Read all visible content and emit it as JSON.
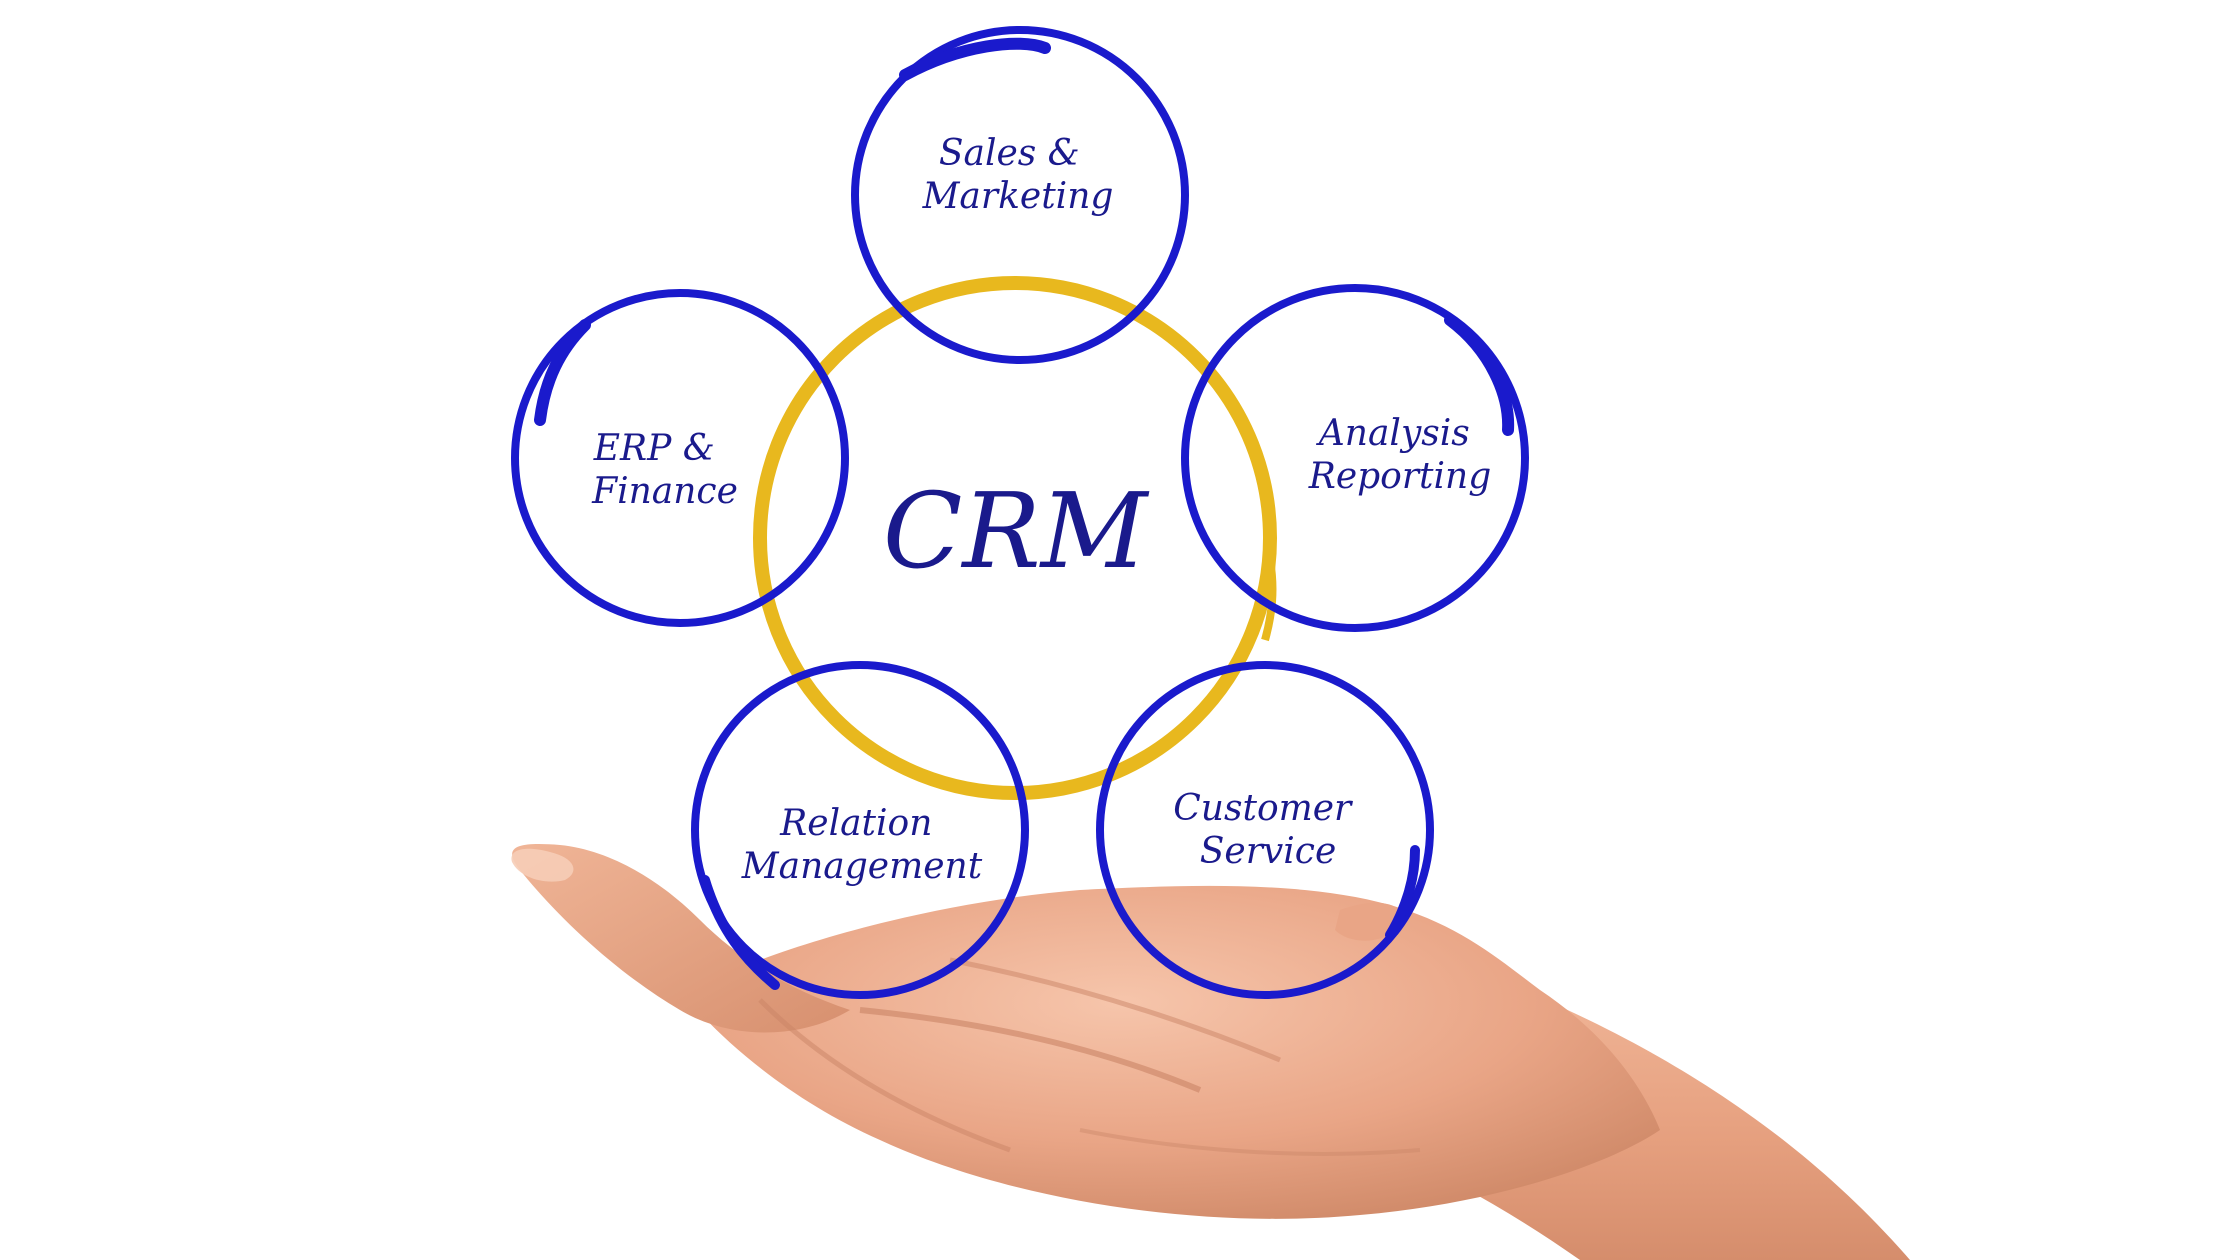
{
  "center": {
    "label": "CRM"
  },
  "nodes": [
    {
      "id": "sales-marketing",
      "lines": [
        "Sales &",
        "Marketing"
      ]
    },
    {
      "id": "analysis-reporting",
      "lines": [
        "Analysis",
        "Reporting"
      ]
    },
    {
      "id": "customer-service",
      "lines": [
        "Customer",
        "Service"
      ]
    },
    {
      "id": "relation-management",
      "lines": [
        "Relation",
        "Management"
      ]
    },
    {
      "id": "erp-finance",
      "lines": [
        "ERP &",
        "Finance"
      ]
    }
  ],
  "colors": {
    "node_ring": "#1a1acc",
    "center_ring": "#e8b81e",
    "text": "#1a1a8c",
    "skin_base": "#e9a586",
    "skin_shadow": "#c98466",
    "skin_highlight": "#f3c2a8"
  },
  "background": "hand-holding-diagram-photo"
}
